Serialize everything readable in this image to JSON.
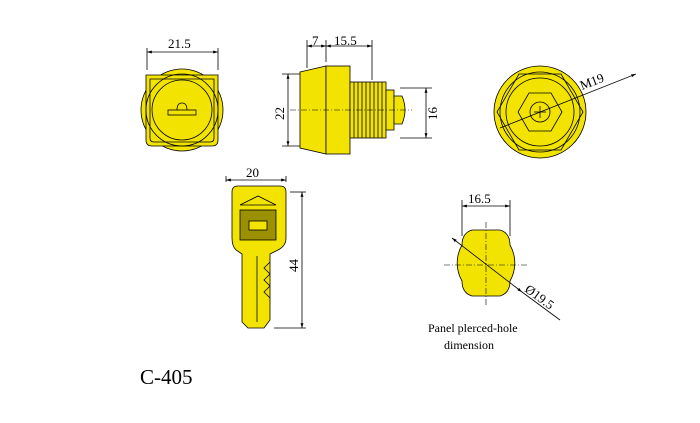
{
  "colors": {
    "part_fill": "#f2e400",
    "outline": "#000000"
  },
  "front_view": {
    "width_label": "21.5"
  },
  "side_view": {
    "flange_label": "7",
    "body_label": "15.5",
    "height_label": "22",
    "thread_height_label": "16"
  },
  "rear_view": {
    "thread_label": "M19"
  },
  "key_view": {
    "width_label": "20",
    "length_label": "44"
  },
  "hole_view": {
    "width_label": "16.5",
    "diameter_label": "Ø19.5",
    "caption_line1": "Panel plerced-hole",
    "caption_line2": "dimension"
  },
  "model": "C-405"
}
